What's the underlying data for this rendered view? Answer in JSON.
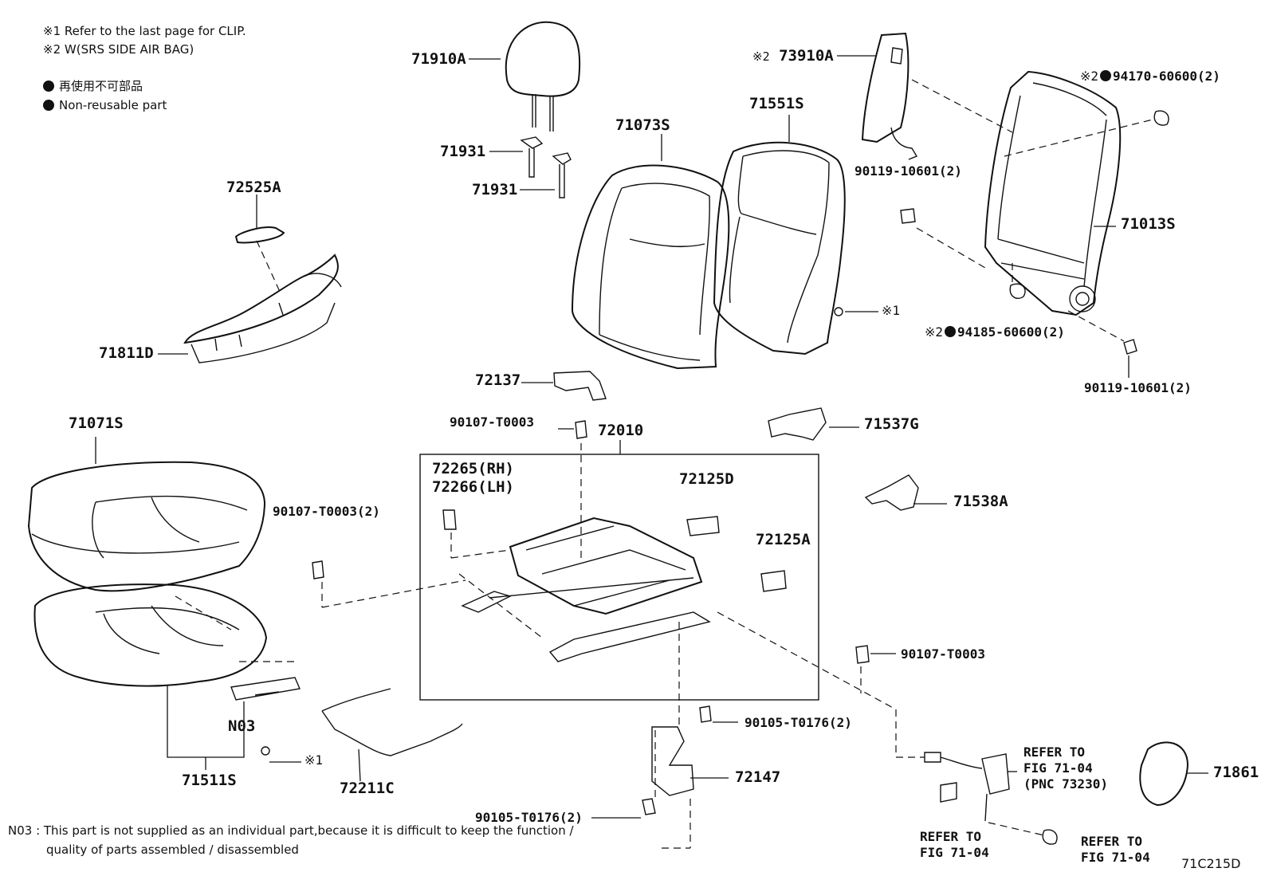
{
  "notes": {
    "clip_note": "※1 Refer to the last page for CLIP.",
    "srs_note": "※2 W(SRS SIDE AIR BAG)",
    "legend_jp": "再使用不可部品",
    "legend_en": "Non-reusable part",
    "n03_line1": "N03 : This part is not supplied as an individual part,because it is difficult to keep the function /",
    "n03_line2": "quality of parts assembled / disassembled",
    "figure_code": "71C215D"
  },
  "parts": {
    "p71910A": "71910A",
    "p71931a": "71931",
    "p71931b": "71931",
    "p71073S": "71073S",
    "p71551S": "71551S",
    "p73910A_mark": "※2",
    "p73910A": "73910A",
    "p94170_mark": "※2",
    "p94170": "94170-60600(2)",
    "p90119a": "90119-10601(2)",
    "p71013S": "71013S",
    "clip1_mark": "※1",
    "p94185_mark": "※2",
    "p94185": "94185-60600(2)",
    "p90119b": "90119-10601(2)",
    "p72525A": "72525A",
    "p71811D": "71811D",
    "p72137": "72137",
    "p90107_top": "90107-T0003",
    "p72010": "72010",
    "p71537G": "71537G",
    "p71071S": "71071S",
    "p72265": "72265(RH)",
    "p72266": "72266(LH)",
    "p72125D": "72125D",
    "p71538A": "71538A",
    "p90107_2": "90107-T0003(2)",
    "p72125A": "72125A",
    "p90107_right": "90107-T0003",
    "pN03": "N03",
    "p90105a": "90105-T0176(2)",
    "p71511S": "71511S",
    "clip2_mark": "※1",
    "p72211C": "72211C",
    "p72147": "72147",
    "p90105b": "90105-T0176(2)",
    "ref_belt_1": "REFER TO",
    "ref_belt_2": "FIG 71-04",
    "ref_belt_3": "(PNC 73230)",
    "p71861": "71861",
    "ref_a_1": "REFER TO",
    "ref_a_2": "FIG 71-04",
    "ref_b_1": "REFER TO",
    "ref_b_2": "FIG 71-04"
  }
}
